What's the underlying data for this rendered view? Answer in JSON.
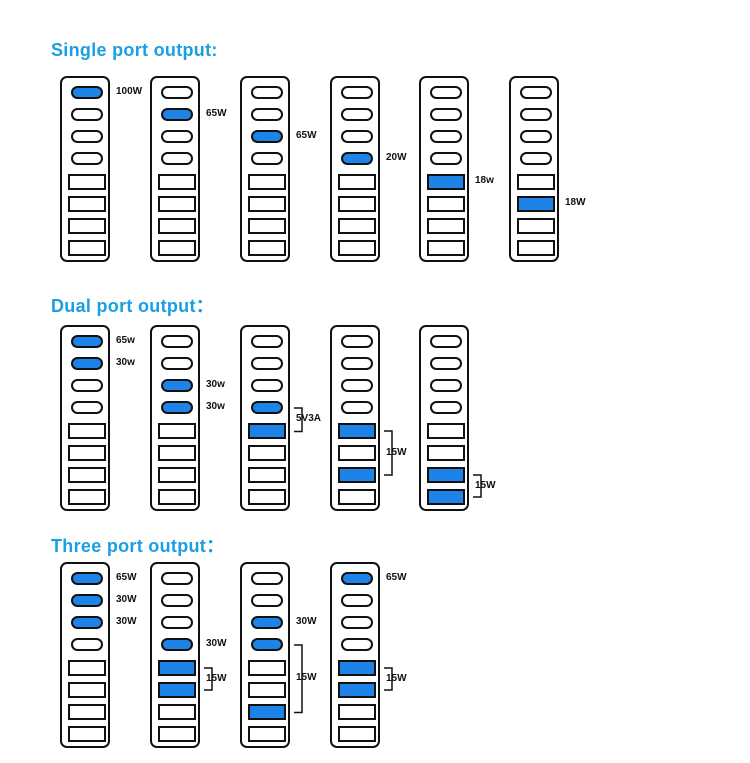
{
  "colors": {
    "accent": "#1e83e6",
    "title": "#1a9fe2",
    "outline": "#111111"
  },
  "sections": [
    {
      "title": "Single port output:",
      "devices": [
        {
          "active": [
            0
          ],
          "labels": [
            {
              "text": "100W",
              "port": 0
            }
          ],
          "brackets": []
        },
        {
          "active": [
            1
          ],
          "labels": [
            {
              "text": "65W",
              "port": 1
            }
          ],
          "brackets": []
        },
        {
          "active": [
            2
          ],
          "labels": [
            {
              "text": "65W",
              "port": 2
            }
          ],
          "brackets": []
        },
        {
          "active": [
            3
          ],
          "labels": [
            {
              "text": "20W",
              "port": 3
            }
          ],
          "brackets": []
        },
        {
          "active": [
            4
          ],
          "labels": [
            {
              "text": "18w",
              "port": 4
            }
          ],
          "brackets": []
        },
        {
          "active": [
            5
          ],
          "labels": [
            {
              "text": "18W",
              "port": 5
            }
          ],
          "brackets": []
        }
      ]
    },
    {
      "title": "Dual port output：",
      "devices": [
        {
          "active": [
            0,
            1
          ],
          "labels": [
            {
              "text": "65w",
              "port": 0
            },
            {
              "text": "30w",
              "port": 1
            }
          ],
          "brackets": []
        },
        {
          "active": [
            2,
            3
          ],
          "labels": [
            {
              "text": "30w",
              "port": 2
            },
            {
              "text": "30w",
              "port": 3
            }
          ],
          "brackets": []
        },
        {
          "active": [
            3,
            4
          ],
          "labels": [],
          "brackets": [
            {
              "from": 3,
              "to": 4,
              "text": "5V3A"
            }
          ]
        },
        {
          "active": [
            4,
            6
          ],
          "labels": [],
          "brackets": [
            {
              "from": 4,
              "to": 6,
              "text": "15W"
            }
          ]
        },
        {
          "active": [
            6,
            7
          ],
          "labels": [],
          "brackets": [
            {
              "from": 6,
              "to": 7,
              "text": "15W"
            }
          ]
        }
      ]
    },
    {
      "title": "Three port output：",
      "devices": [
        {
          "active": [
            0,
            1,
            2
          ],
          "labels": [
            {
              "text": "65W",
              "port": 0
            },
            {
              "text": "30W",
              "port": 1
            },
            {
              "text": "30W",
              "port": 2
            }
          ],
          "brackets": []
        },
        {
          "active": [
            3,
            4,
            5
          ],
          "labels": [
            {
              "text": "30W",
              "port": 3
            }
          ],
          "brackets": [
            {
              "from": 4,
              "to": 5,
              "text": "15W"
            }
          ]
        },
        {
          "active": [
            2,
            3,
            6
          ],
          "labels": [
            {
              "text": "30W",
              "port": 2
            }
          ],
          "brackets": [
            {
              "from": 3,
              "to": 6,
              "text": "15W"
            }
          ]
        },
        {
          "active": [
            0,
            4,
            5
          ],
          "labels": [
            {
              "text": "65W",
              "port": 0
            }
          ],
          "brackets": [
            {
              "from": 4,
              "to": 5,
              "text": "15W"
            }
          ]
        }
      ]
    }
  ]
}
